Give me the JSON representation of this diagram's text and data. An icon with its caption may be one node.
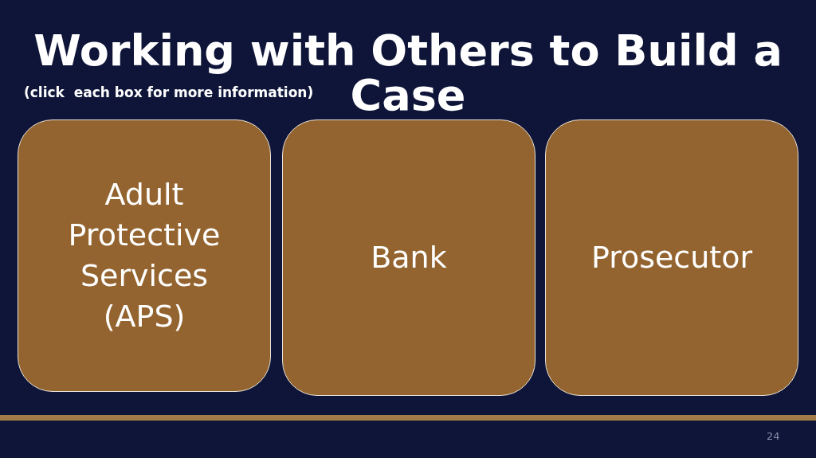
{
  "diagram": {
    "title": "Working with Others to Build a Case",
    "nodes": [
      {
        "text": [
          "Adult Protective Services (APS)"
        ]
      },
      {
        "text": [
          "Bank"
        ]
      },
      {
        "text": [
          "Prosecutor"
        ]
      }
    ],
    "labels": [
      "(click  each box for more information)",
      "24"
    ]
  }
}
